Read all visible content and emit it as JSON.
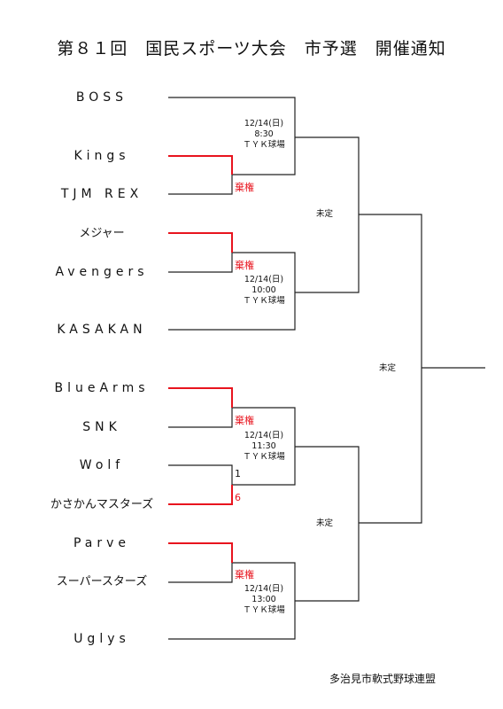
{
  "title": "第８１回　国民スポーツ大会　市予選　開催通知",
  "teams": [
    "BOSS",
    "Kings",
    "TJM REX",
    "メジャー",
    "Avengers",
    "KASAKAN",
    "BlueArms",
    "SNK",
    "Wolf",
    "かさかんマスターズ",
    "Parve",
    "スーパースターズ",
    "Uglys"
  ],
  "matches": [
    {
      "date": "12/14(日)",
      "time": "8:30",
      "venue": "ＴＹＫ球場"
    },
    {
      "date": "12/14(日)",
      "time": "10:00",
      "venue": "ＴＹＫ球場"
    },
    {
      "date": "12/14(日)",
      "time": "11:30",
      "venue": "ＴＹＫ球場"
    },
    {
      "date": "12/14(日)",
      "time": "13:00",
      "venue": "ＴＹＫ球場"
    }
  ],
  "results": {
    "forfeit": "棄権",
    "wolf_score": "1",
    "kasakan_masters_score": "6"
  },
  "undecided": "未定",
  "footer": "多治見市軟式野球連盟",
  "colors": {
    "winner_line": "#e8141e",
    "line": "#222222"
  }
}
